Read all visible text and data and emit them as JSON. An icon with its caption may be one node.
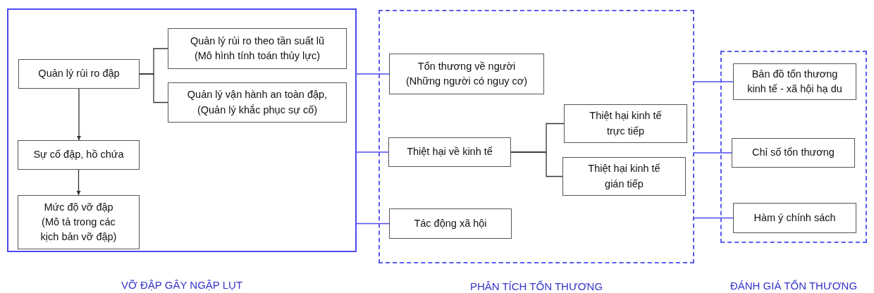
{
  "diagram": {
    "nodes": [
      {
        "text": [
          "VỠ ĐẬP GÂY NGẬP LỤT"
        ]
      },
      {
        "text": [
          "Quản lý rủi ro đập"
        ],
        "in": 0
      },
      {
        "text": [
          "Quản lý rủi ro theo tần suất lũ (Mô hình tính toán thủy lực)"
        ],
        "in": 0
      },
      {
        "text": [
          "Quản lý vận hành an toàn đập, (Quản lý khắc phục sự cố)"
        ],
        "in": 0
      },
      {
        "text": [
          "Sự cố đập, hồ chứa"
        ],
        "in": 0
      },
      {
        "text": [
          "Mức độ vỡ đập (Mô tả trong các kịch bản vỡ đập)"
        ],
        "in": 0
      },
      {
        "text": [
          "PHÂN TÍCH TỔN THƯƠNG"
        ]
      },
      {
        "text": [
          "Tổn thương về người (Những người có nguy cơ)"
        ],
        "in": 6
      },
      {
        "text": [
          "Thiệt hại về kinh tế"
        ],
        "in": 6
      },
      {
        "text": [
          "Thiệt hại kinh tế trực tiếp"
        ],
        "in": 6
      },
      {
        "text": [
          "Thiệt hại kinh tế gián tiếp"
        ],
        "in": 6
      },
      {
        "text": [
          "Tác động xã hội"
        ],
        "in": 6
      },
      {
        "text": [
          "ĐÁNH GIÁ TỔN THƯƠNG"
        ]
      },
      {
        "text": [
          "Bản đồ tổn thương kinh tế - xã hội hạ du"
        ],
        "in": 12
      },
      {
        "text": [
          "Chỉ số tổn thương"
        ],
        "in": 12
      },
      {
        "text": [
          "Hàm ý chính sách"
        ],
        "in": 12
      }
    ],
    "edges": [
      {
        "from": 1,
        "to": 2,
        "arrow": "none"
      },
      {
        "from": 1,
        "to": 3,
        "arrow": "none"
      },
      {
        "from": 1,
        "to": 4,
        "arrow": "to"
      },
      {
        "from": 4,
        "to": 5,
        "arrow": "to"
      },
      {
        "from": 0,
        "to": 7,
        "arrow": "none",
        "color": "#4b4bf0"
      },
      {
        "from": 0,
        "to": 8,
        "arrow": "none",
        "color": "#4b4bf0"
      },
      {
        "from": 0,
        "to": 11,
        "arrow": "none",
        "color": "#4b4bf0"
      },
      {
        "from": 8,
        "to": 9,
        "arrow": "none"
      },
      {
        "from": 8,
        "to": 10,
        "arrow": "none"
      },
      {
        "from": 6,
        "to": 13,
        "arrow": "none",
        "color": "#4b4bf0"
      },
      {
        "from": 6,
        "to": 14,
        "arrow": "none",
        "color": "#4b4bf0"
      },
      {
        "from": 6,
        "to": 15,
        "arrow": "none",
        "color": "#4b4bf0"
      }
    ]
  }
}
